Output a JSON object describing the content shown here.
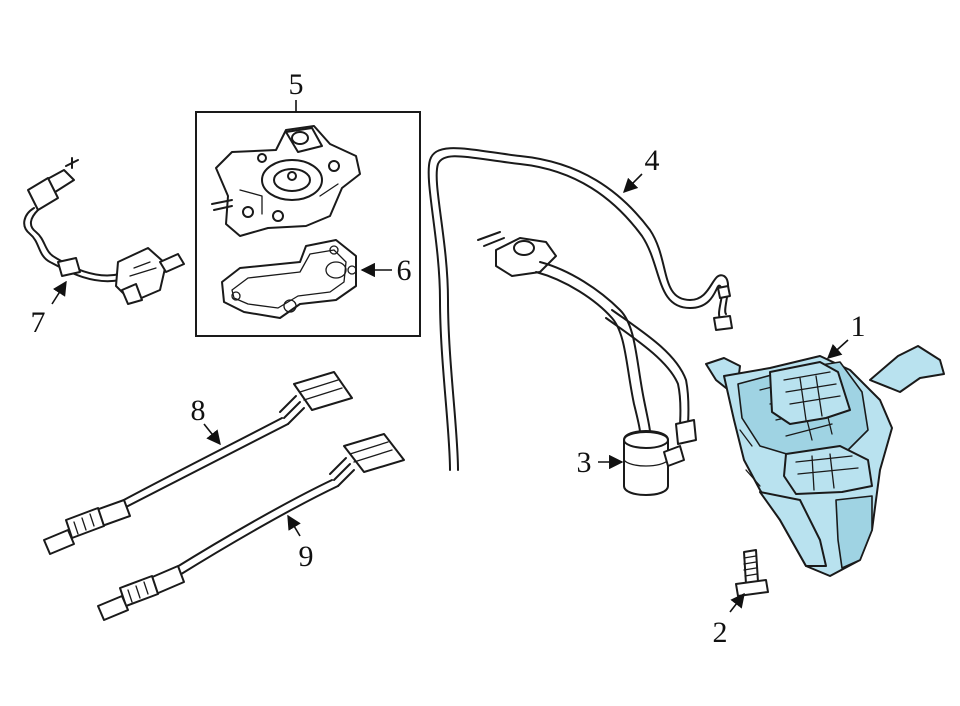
{
  "callouts": [
    {
      "id": "1",
      "label": "1"
    },
    {
      "id": "2",
      "label": "2"
    },
    {
      "id": "3",
      "label": "3"
    },
    {
      "id": "4",
      "label": "4"
    },
    {
      "id": "5",
      "label": "5"
    },
    {
      "id": "6",
      "label": "6"
    },
    {
      "id": "7",
      "label": "7"
    },
    {
      "id": "8",
      "label": "8"
    },
    {
      "id": "9",
      "label": "9"
    }
  ],
  "colors": {
    "highlight": "#b9e2ef",
    "highlight_dark": "#9fd3e3",
    "line": "#1a1a1a",
    "background": "#ffffff"
  }
}
